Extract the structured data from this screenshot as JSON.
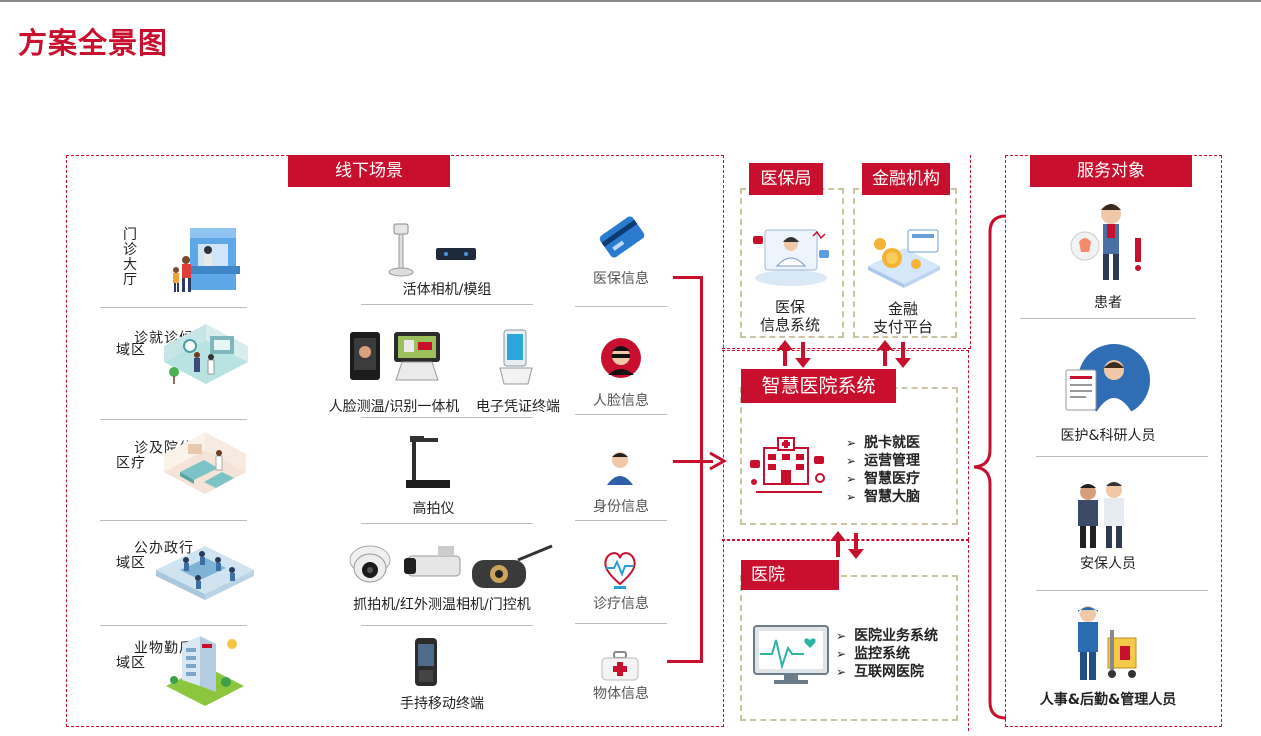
{
  "page_title": "方案全景图",
  "offline": {
    "header": "线下场景",
    "scenes": [
      {
        "label": [
          "门",
          "诊",
          "大",
          "厅"
        ]
      },
      {
        "label": [
          "候诊就诊",
          "区域"
        ]
      },
      {
        "label": [
          "住院及诊",
          "疗区"
        ]
      },
      {
        "label": [
          "行政办公",
          "区域"
        ]
      },
      {
        "label": [
          "后勤物业",
          "区域"
        ]
      }
    ],
    "devices": [
      "活体相机/模组",
      "人脸测温/识别一体机",
      "电子凭证终端",
      "高拍仪",
      "抓拍机/红外测温相机/门控机",
      "手持移动终端"
    ],
    "info": [
      "医保信息",
      "人脸信息",
      "身份信息",
      "诊疗信息",
      "物体信息"
    ]
  },
  "medical_bureau": {
    "header": "医保局",
    "system": [
      "医保",
      "信息系统"
    ]
  },
  "finance": {
    "header": "金融机构",
    "system": [
      "金融",
      "支付平台"
    ]
  },
  "smart_hospital": {
    "header": "智慧医院系统",
    "items": [
      "脱卡就医",
      "运营管理",
      "智慧医疗",
      "智慧大脑"
    ]
  },
  "hospital": {
    "header": "医院",
    "items": [
      "医院业务系统",
      "监控系统",
      "互联网医院"
    ]
  },
  "service": {
    "header": "服务对象",
    "targets": [
      "患者",
      "医护&科研人员",
      "安保人员",
      "人事&后勤&管理人员"
    ]
  },
  "colors": {
    "accent": "#c8102e",
    "dash_khaki": "#c9c5a0"
  }
}
